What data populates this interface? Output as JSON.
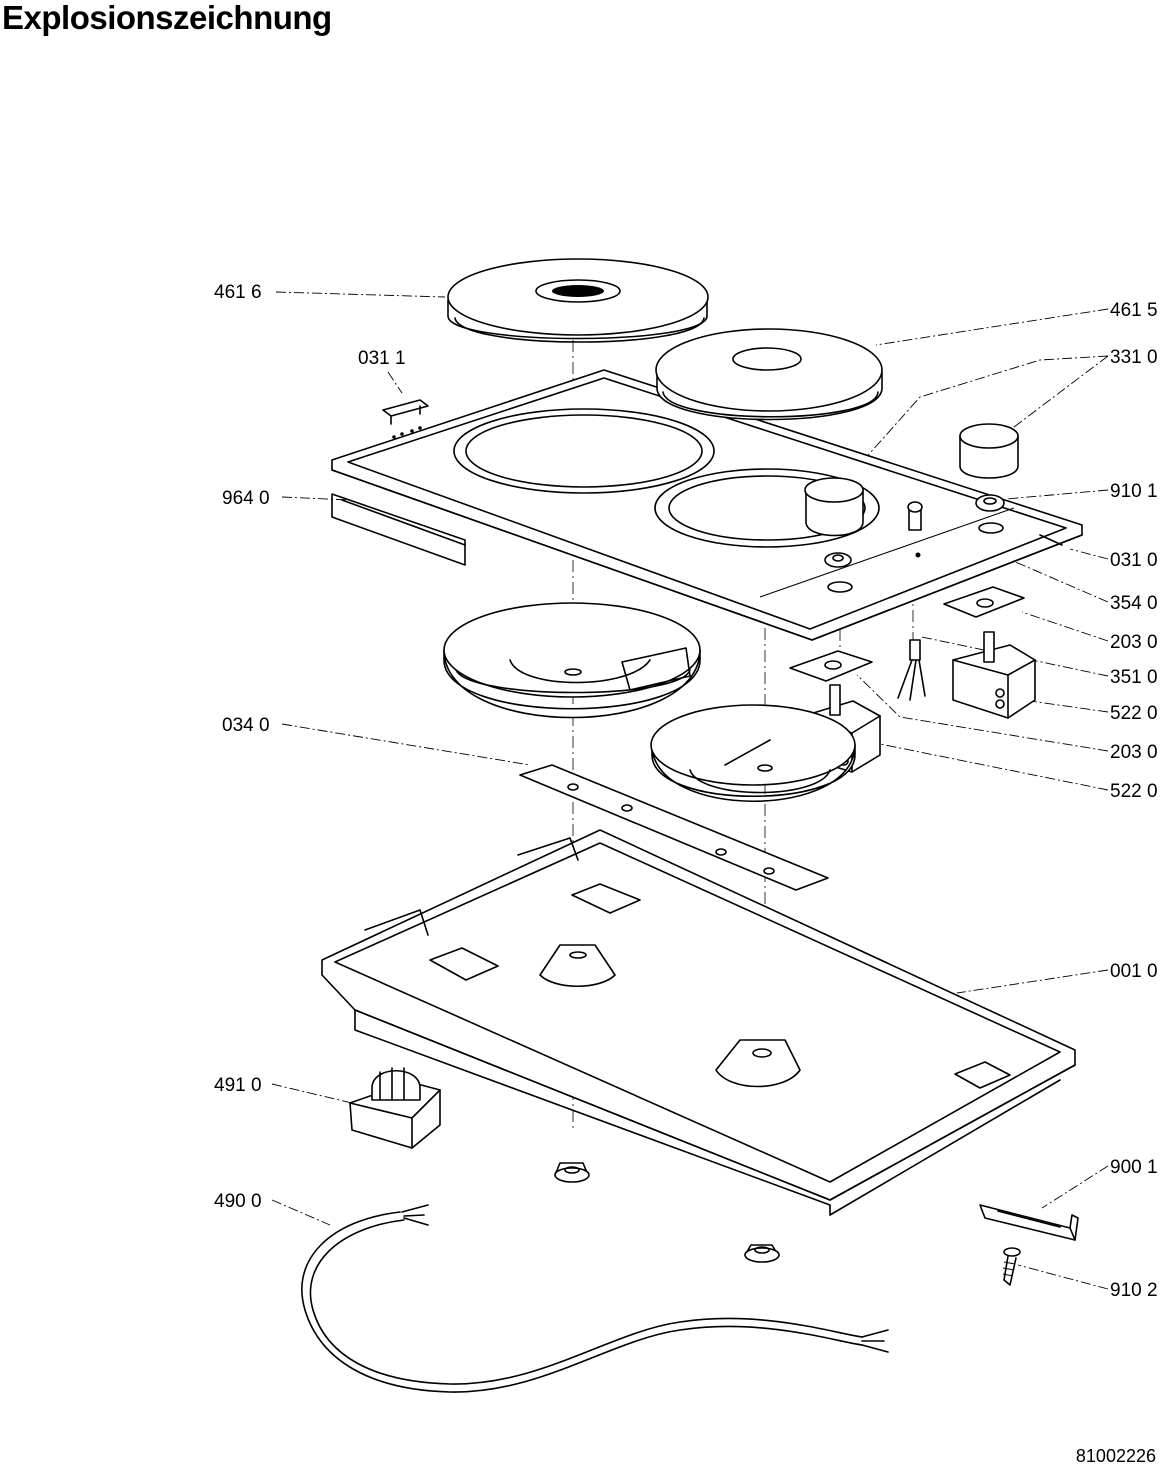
{
  "title": "Explosionszeichnung",
  "document_number": "81002226",
  "callouts": [
    {
      "id": "c-4616",
      "text": "461 6"
    },
    {
      "id": "c-0311",
      "text": "031 1"
    },
    {
      "id": "c-9640",
      "text": "964 0"
    },
    {
      "id": "c-0340",
      "text": "034 0"
    },
    {
      "id": "c-4910",
      "text": "491 0"
    },
    {
      "id": "c-4900",
      "text": "490 0"
    },
    {
      "id": "c-4615",
      "text": "461 5"
    },
    {
      "id": "c-3310",
      "text": "331 0"
    },
    {
      "id": "c-9101",
      "text": "910 1"
    },
    {
      "id": "c-0310",
      "text": "031 0"
    },
    {
      "id": "c-3540",
      "text": "354 0"
    },
    {
      "id": "c-2030a",
      "text": "203 0"
    },
    {
      "id": "c-3510",
      "text": "351 0"
    },
    {
      "id": "c-5220a",
      "text": "522 0"
    },
    {
      "id": "c-2030b",
      "text": "203 0"
    },
    {
      "id": "c-5220b",
      "text": "522 0"
    },
    {
      "id": "c-0010",
      "text": "001 0"
    },
    {
      "id": "c-9001",
      "text": "900 1"
    },
    {
      "id": "c-9102",
      "text": "910 2"
    }
  ]
}
